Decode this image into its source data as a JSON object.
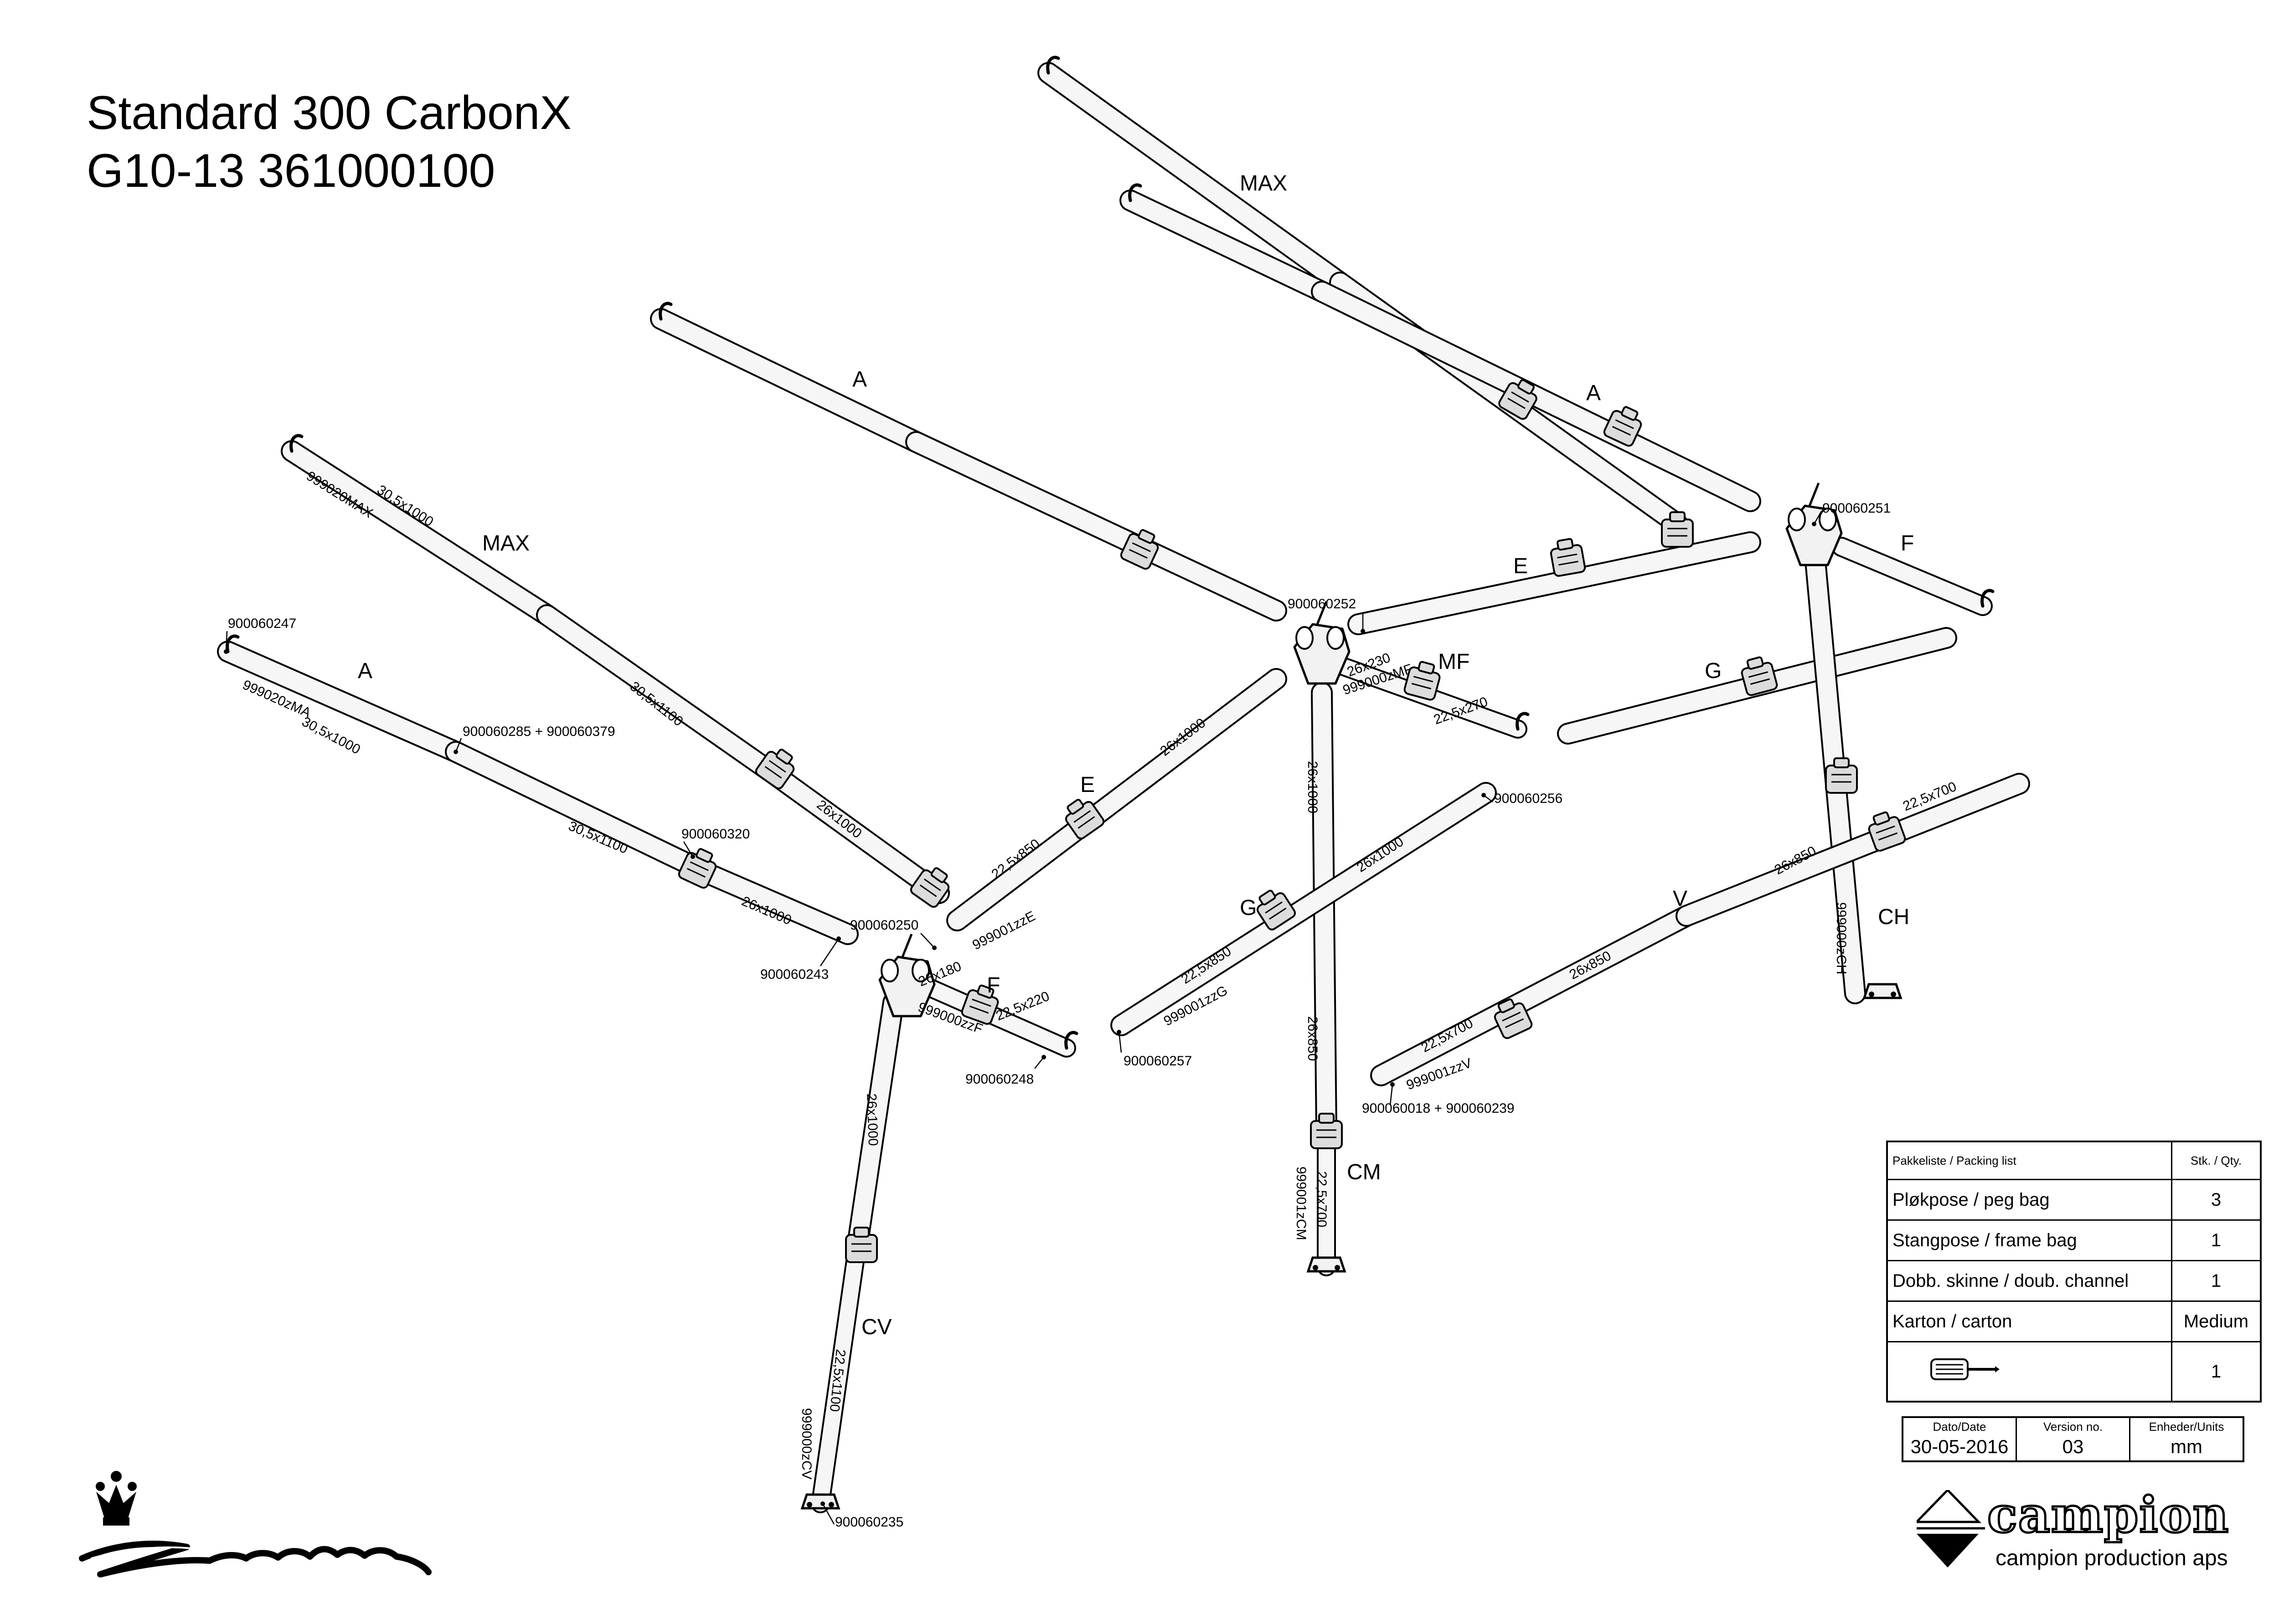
{
  "title": {
    "line1": "Standard 300 CarbonX",
    "line2": "G10-13 361000100"
  },
  "part_letters": {
    "max_top": "MAX",
    "a_upper": "A",
    "a_right": "A",
    "max_left": "MAX",
    "a_left": "A",
    "e_upper": "E",
    "e_lower": "E",
    "mf": "MF",
    "f_right": "F",
    "f_left": "F",
    "g_right": "G",
    "g_lower": "G",
    "v": "V",
    "ch": "CH",
    "cm": "CM",
    "cv": "CV"
  },
  "part_codes": {
    "c999020MAX": "999020MAX",
    "c999020zMA": "999020zMA",
    "c900060247": "900060247",
    "c900060285": "900060285 + 900060379",
    "c900060320": "900060320",
    "c900060243": "900060243",
    "c900060250": "900060250",
    "c999000zzF": "999000zzF",
    "c900060248": "900060248",
    "c900060252": "900060252",
    "c999000zMF": "999000zMF",
    "c999001zzE": "999001zzE",
    "c900060251": "900060251",
    "c900060256": "900060256",
    "c999001zzG": "999001zzG",
    "c900060257": "900060257",
    "c999000zCH": "999000zCH",
    "c999001zzV": "999001zzV",
    "c900060018": "900060018 + 900060239",
    "c999001zCM": "999001zCM",
    "c999000zCV": "999000zCV",
    "c900060235": "900060235"
  },
  "dimensions": {
    "d_max_1000": "30,5x1000",
    "d_max_1100": "30,5x1100",
    "d_max_26x1000": "26x1000",
    "d_a_1000": "30,5x1000",
    "d_a_1100": "30,5x1100",
    "d_a_26x1000": "26x1000",
    "d_e_26x1000": "26x1000",
    "d_e_850": "22,5x850",
    "d_mf_230": "26x230",
    "d_mf_270": "22,5x270",
    "d_f_180": "26x180",
    "d_f_220": "22,5x220",
    "d_cm_1000": "26x1000",
    "d_cm_850": "26x850",
    "d_cm_700": "22,5x700",
    "d_g_1000": "26x1000",
    "d_g_850": "22,5x850",
    "d_v_850a": "26x850",
    "d_v_850b": "26x850",
    "d_v_700a": "22,5x700",
    "d_v_700b": "22,5x700",
    "d_cv_1000": "26x1000",
    "d_cv_1100": "22,5x1100"
  },
  "packing_list": {
    "header_item": "Pakkeliste / Packing list",
    "header_qty": "Stk. / Qty.",
    "rows": [
      {
        "item": "Pløkpose / peg bag",
        "qty": "3"
      },
      {
        "item": "Stangpose / frame bag",
        "qty": "1"
      },
      {
        "item": "Dobb. skinne / doub. channel",
        "qty": "1"
      },
      {
        "item": "Karton / carton",
        "qty": "Medium"
      },
      {
        "item": "",
        "qty": "1",
        "icon": "screwdriver-icon"
      }
    ]
  },
  "meta": {
    "date_label": "Dato/Date",
    "date_value": "30-05-2016",
    "version_label": "Version no.",
    "version_value": "03",
    "units_label": "Enheder/Units",
    "units_value": "mm"
  },
  "brand": {
    "campion_word": "campion",
    "campion_sub": "campion production aps",
    "isabella_logo": "Isabella"
  }
}
